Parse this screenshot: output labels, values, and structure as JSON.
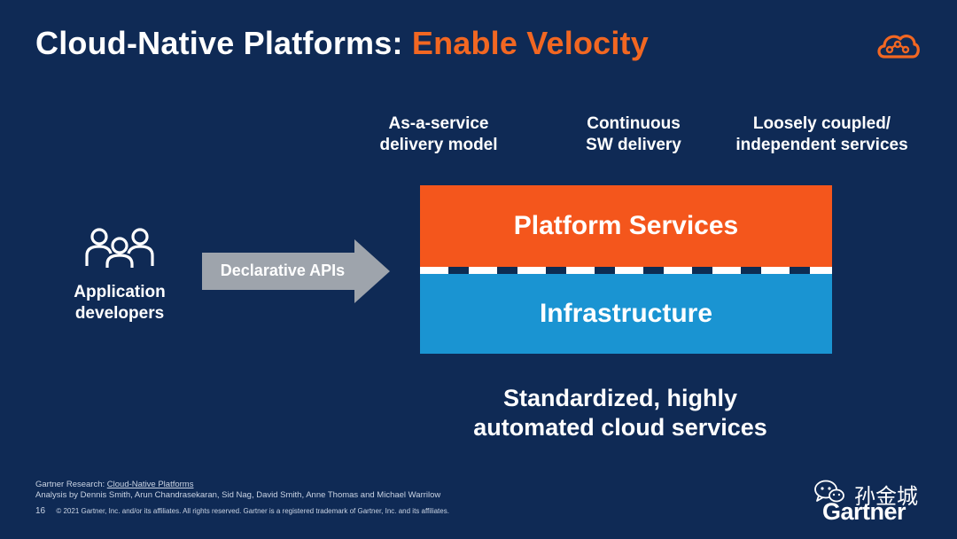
{
  "header": {
    "title_main": "Cloud-Native Platforms:",
    "title_accent": "Enable Velocity",
    "accent_color": "#f26722",
    "icon": "cloud-network-icon"
  },
  "features": [
    {
      "label": "As-a-service\ndelivery model"
    },
    {
      "label": "Continuous\nSW delivery"
    },
    {
      "label": "Loosely coupled/\nindependent services"
    }
  ],
  "developers": {
    "label": "Application\ndevelopers",
    "icon": "people-group-icon"
  },
  "arrow": {
    "label": "Declarative APIs"
  },
  "stack": {
    "top": {
      "label": "Platform Services",
      "color": "#f4561c"
    },
    "bottom": {
      "label": "Infrastructure",
      "color": "#1a94d2"
    }
  },
  "summary": {
    "text": "Standardized, highly\nautomated cloud services"
  },
  "footer": {
    "research_prefix": "Gartner Research:",
    "research_link": "Cloud-Native Platforms",
    "authors": "Analysis by Dennis Smith, Arun Chandrasekaran, Sid Nag, David Smith, Anne Thomas and Michael Warrilow",
    "page_number": "16",
    "copyright": "© 2021 Gartner, Inc. and/or its affiliates. All rights reserved. Gartner is a registered trademark of Gartner, Inc. and its affiliates."
  },
  "watermark": {
    "text": "孙金城",
    "icon": "wechat-icon"
  },
  "brand": {
    "logo_text": "Gartner"
  }
}
